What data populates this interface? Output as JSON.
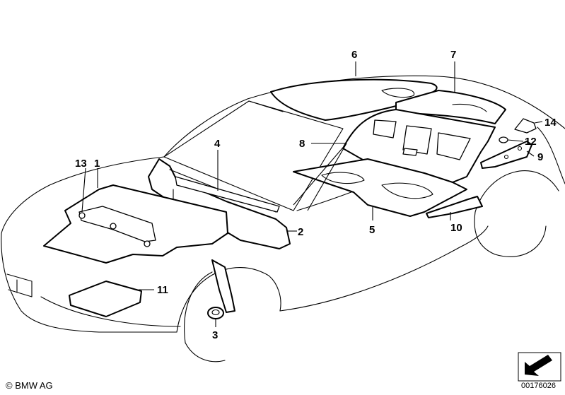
{
  "callouts": {
    "c1": "1",
    "c2": "2",
    "c3": "3",
    "c4": "4",
    "c5": "5",
    "c6": "6",
    "c7": "7",
    "c8": "8",
    "c9": "9",
    "c10": "10",
    "c11": "11",
    "c12": "12",
    "c13": "13",
    "c14": "14"
  },
  "footer": {
    "copyright": "© BMW AG",
    "reference": "00176026"
  }
}
